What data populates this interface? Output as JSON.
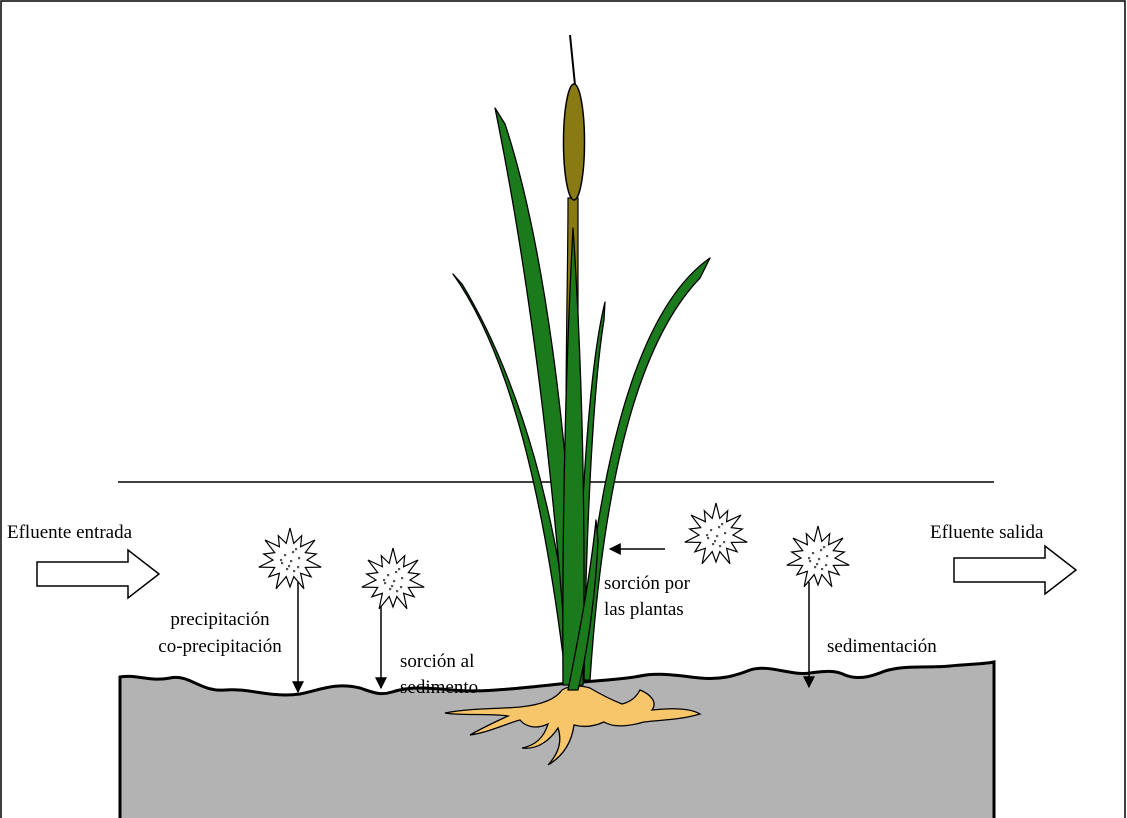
{
  "labels": {
    "inflow": "Efluente entrada",
    "outflow": "Efluente salida",
    "precipitation_line1": "precipitación",
    "precipitation_line2": "co-precipitación",
    "sediment_sorption_line1": "sorción al",
    "sediment_sorption_line2": "sedimento",
    "plant_sorption_line1": "sorción por",
    "plant_sorption_line2": "las plantas",
    "sedimentation": "sedimentación"
  },
  "colors": {
    "sediment": "#b3b3b3",
    "leaf": "#1b7a1b",
    "stalk": "#8a7a14",
    "catkin": "#8a7a14",
    "roots": "#f7c66b",
    "outline": "#000000"
  },
  "icons": {
    "particle": "spiky-particle-icon",
    "flow_arrow": "hollow-block-arrow-icon"
  }
}
